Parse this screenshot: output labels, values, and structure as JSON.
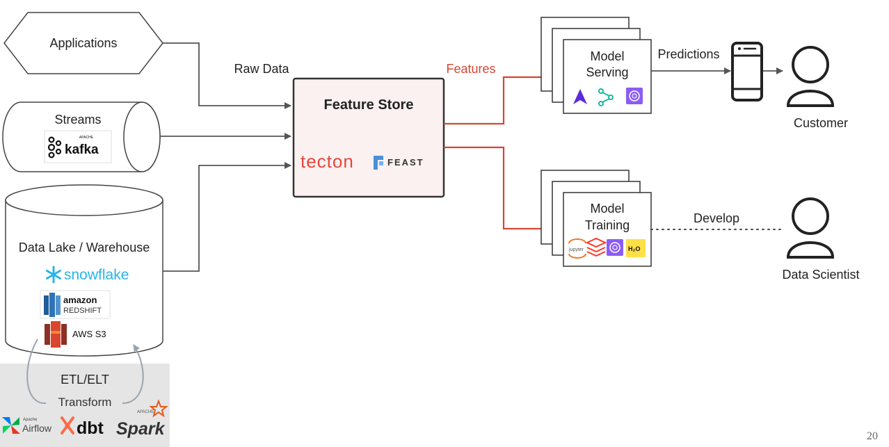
{
  "slide": {
    "page_number": "20"
  },
  "sources": {
    "applications": "Applications",
    "streams": "Streams",
    "kafka_logo_small": "APACHE",
    "kafka_logo": "kafka",
    "data_lake": "Data Lake / Warehouse",
    "snowflake": "snowflake",
    "redshift_top": "amazon",
    "redshift_bottom": "REDSHIFT",
    "s3": "AWS S3"
  },
  "etl": {
    "title": "ETL/ELT",
    "transform": "Transform",
    "airflow_small": "Apache",
    "airflow": "Airflow",
    "dbt": "dbt",
    "spark_small": "APACHE",
    "spark": "Spark"
  },
  "flow": {
    "raw_data": "Raw Data",
    "features": "Features",
    "predictions": "Predictions",
    "develop": "Develop"
  },
  "feature_store": {
    "title": "Feature Store",
    "tecton": "tecton",
    "feast": "FEAST"
  },
  "model_serving": {
    "line1": "Model",
    "line2": "Serving"
  },
  "model_training": {
    "line1": "Model",
    "line2": "Training",
    "jupyter": "jupyter",
    "h2o": "H₂O"
  },
  "personas": {
    "customer": "Customer",
    "data_scientist": "Data Scientist"
  },
  "colors": {
    "arrow_gray": "#555555",
    "features_red": "#d64532",
    "feature_store_fill": "#fbf1f1",
    "etl_fill": "#e5e5e5",
    "tecton_red": "#e8443a",
    "kafka_black": "#111111",
    "snowflake_blue": "#29b5e8",
    "redshift_blue": "#2e73b8",
    "s3_red": "#d9452f",
    "purple_badge": "#8b5cf6",
    "h2o_yellow": "#fde047"
  }
}
